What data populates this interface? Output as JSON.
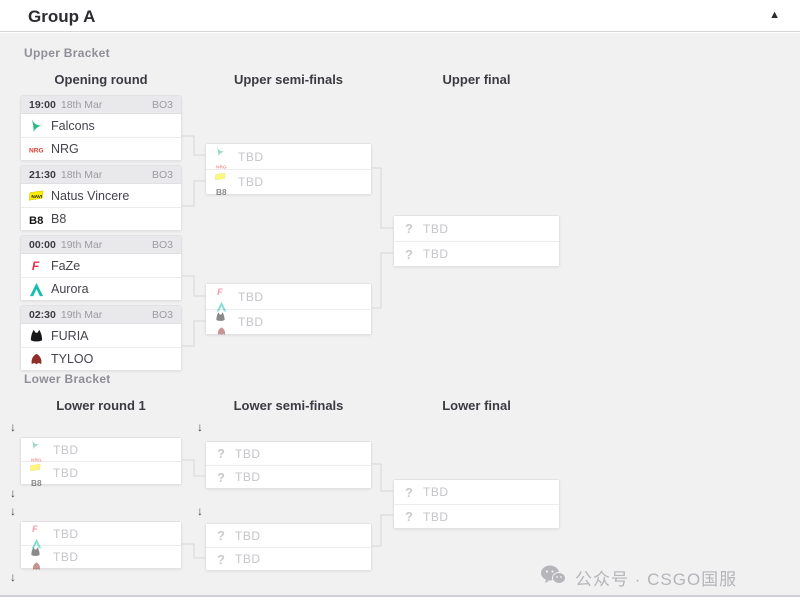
{
  "header": {
    "title": "Group A",
    "collapse_icon": "▲"
  },
  "teams": {
    "falcons": {
      "name": "Falcons",
      "color": "#2fb983"
    },
    "nrg": {
      "name": "NRG",
      "color": "#e03a2f"
    },
    "navi": {
      "name": "Natus Vincere",
      "color": "#ffee00"
    },
    "b8": {
      "name": "B8",
      "color": "#151515"
    },
    "faze": {
      "name": "FaZe",
      "color": "#e4344c"
    },
    "aurora": {
      "name": "Aurora",
      "color": "#14bfae"
    },
    "furia": {
      "name": "FURIA",
      "color": "#17171a"
    },
    "tyloo": {
      "name": "TYLOO",
      "color": "#8f2f2a"
    }
  },
  "upper": {
    "section_label": "Upper Bracket",
    "columns": [
      "Opening round",
      "Upper semi-finals",
      "Upper final"
    ],
    "matches": [
      {
        "time": "19:00",
        "date": "18th Mar",
        "format": "BO3",
        "team1": "Falcons",
        "team2": "NRG"
      },
      {
        "time": "21:30",
        "date": "18th Mar",
        "format": "BO3",
        "team1": "Natus Vincere",
        "team2": "B8"
      },
      {
        "time": "00:00",
        "date": "19th Mar",
        "format": "BO3",
        "team1": "FaZe",
        "team2": "Aurora"
      },
      {
        "time": "02:30",
        "date": "19th Mar",
        "format": "BO3",
        "team1": "FURIA",
        "team2": "TYLOO"
      }
    ],
    "semifinals": [
      {
        "slot1": "TBD",
        "slot2": "TBD"
      },
      {
        "slot1": "TBD",
        "slot2": "TBD"
      }
    ],
    "final": {
      "slot1": "TBD",
      "slot2": "TBD"
    }
  },
  "lower": {
    "section_label": "Lower Bracket",
    "columns": [
      "Lower round 1",
      "Lower semi-finals",
      "Lower final"
    ],
    "round1": [
      {
        "slot1": "TBD",
        "slot2": "TBD"
      },
      {
        "slot1": "TBD",
        "slot2": "TBD"
      }
    ],
    "semifinals": [
      {
        "slot1": "TBD",
        "slot2": "TBD"
      },
      {
        "slot1": "TBD",
        "slot2": "TBD"
      }
    ],
    "final": {
      "slot1": "TBD",
      "slot2": "TBD"
    }
  },
  "icons": {
    "drop_arrow": "↓",
    "unknown_team": "?"
  },
  "watermark": {
    "text": "公众号 · CSGO国服"
  }
}
